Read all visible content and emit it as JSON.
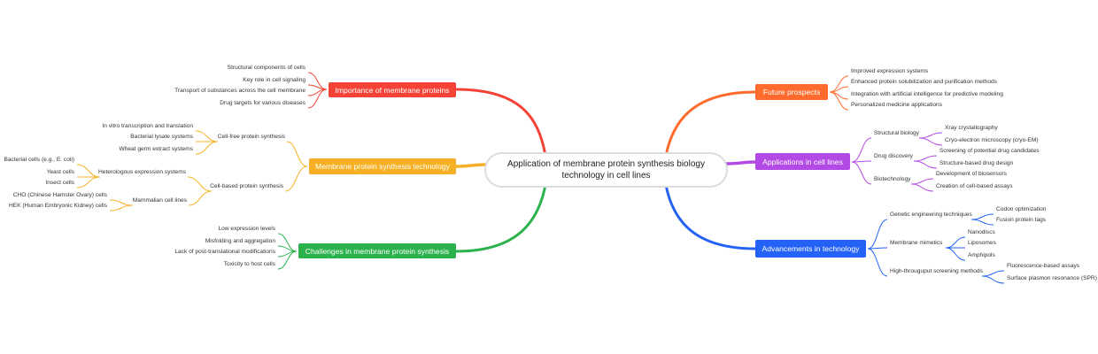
{
  "center": {
    "line1": "Application of membrane protein synthesis biology",
    "line2": "technology in cell lines"
  },
  "colors": {
    "importance": "#f44336",
    "synthesis": "#f5b025",
    "challenges": "#2bb24c",
    "future": "#ff6b2c",
    "applications": "#b44ae6",
    "advancements": "#2462f6"
  },
  "importance": {
    "label": "Importance of membrane proteins",
    "items": [
      "Structural components of cells",
      "Key role in cell signaling",
      "Transport of substances across the cell membrane",
      "Drug targets for various diseases"
    ]
  },
  "synthesis": {
    "label": "Membrane protein synthesis technology",
    "cell_free": {
      "label": "Cell-free protein synthesis",
      "items": [
        "In vitro transcription and translation",
        "Bacterial lysate systems",
        "Wheat germ extract systems"
      ]
    },
    "cell_based": {
      "label": "Cell-based protein synthesis",
      "heterologous": {
        "label": "Heterologous expression systems",
        "items": [
          "Bacterial cells (e.g., E. coli)",
          "Yeast cells",
          "Insect cells"
        ]
      },
      "mammalian": {
        "label": "Mammalian cell lines",
        "items": [
          "CHO (Chinese Hamster Ovary) cells",
          "HEK (Human Embryonic Kidney) cells"
        ]
      }
    }
  },
  "challenges": {
    "label": "Challenges in membrane protein synthesis",
    "items": [
      "Low expression levels",
      "Misfolding and aggregation",
      "Lack of post-translational modifications",
      "Toxicity to host cells"
    ]
  },
  "future": {
    "label": "Future prospects",
    "items": [
      "Improved expression systems",
      "Enhanced protein solubilization and purification methods",
      "Integration with artificial intelligence for predictive modeling",
      "Personalized medicine applications"
    ]
  },
  "applications": {
    "label": "Applications in cell lines",
    "structural": {
      "label": "Structural biology",
      "items": [
        "Xray crystallography",
        "Cryo-electron microscopy (cryo-EM)"
      ]
    },
    "drug": {
      "label": "Drug discovery",
      "items": [
        "Screening of potential drug candidates",
        "Structure-based drug design"
      ]
    },
    "biotech": {
      "label": "Biotechnology",
      "items": [
        "Development of biosensors",
        "Creation of cell-based assays"
      ]
    }
  },
  "advancements": {
    "label": "Advancements in technology",
    "genetic": {
      "label": "Genetic engineering techniques",
      "items": [
        "Codon optimization",
        "Fusion protein tags"
      ]
    },
    "mimetics": {
      "label": "Membrane mimetics",
      "items": [
        "Nanodiscs",
        "Liposomes",
        "Amphipols"
      ]
    },
    "hts": {
      "label": "High-througuput screening methods",
      "items": [
        "Fluorescence-based assays",
        "Surface plasmon resonance (SPR)"
      ]
    }
  }
}
